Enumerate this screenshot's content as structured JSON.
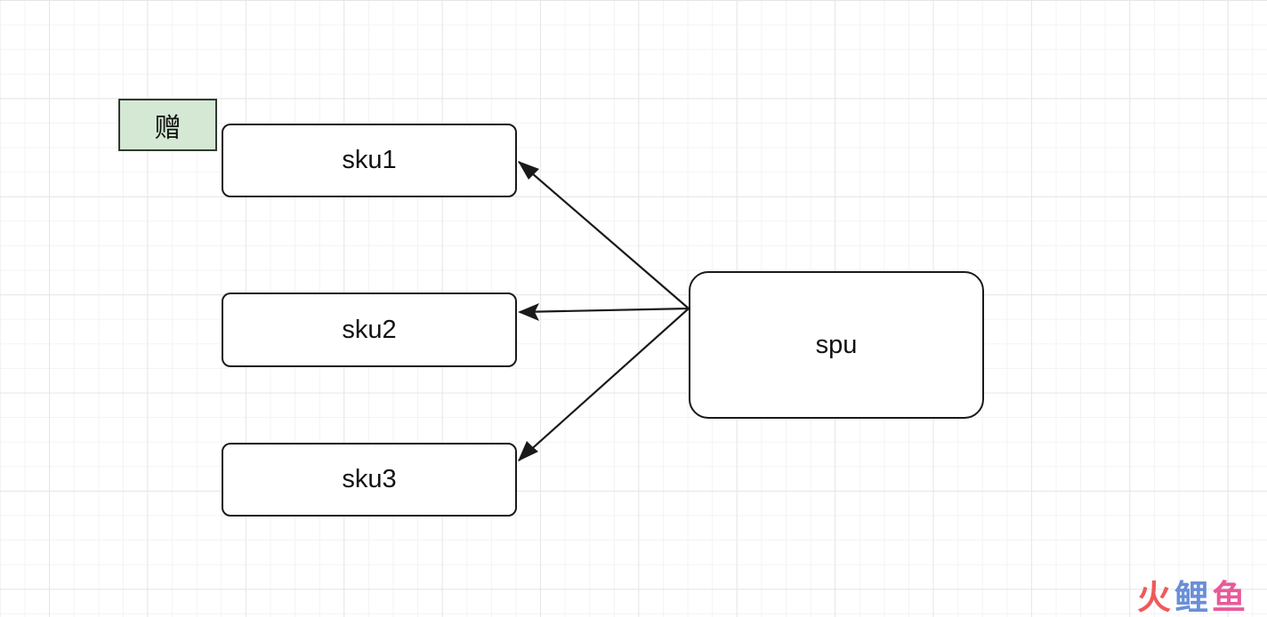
{
  "diagram": {
    "nodes": {
      "sku1": "sku1",
      "sku2": "sku2",
      "sku3": "sku3",
      "spu": "spu"
    },
    "tag": "赠",
    "edges": [
      {
        "from": "spu",
        "to": "sku1"
      },
      {
        "from": "spu",
        "to": "sku2"
      },
      {
        "from": "spu",
        "to": "sku3"
      }
    ],
    "colors": {
      "tag_fill": "#d5e8d4",
      "stroke": "#1a1a1a",
      "grid": "#e6e6e6"
    }
  },
  "watermark": {
    "chars": [
      "火",
      "鲤",
      "鱼"
    ],
    "colors": [
      "#ef5a5a",
      "#6a8fd8",
      "#e85a9a"
    ]
  }
}
